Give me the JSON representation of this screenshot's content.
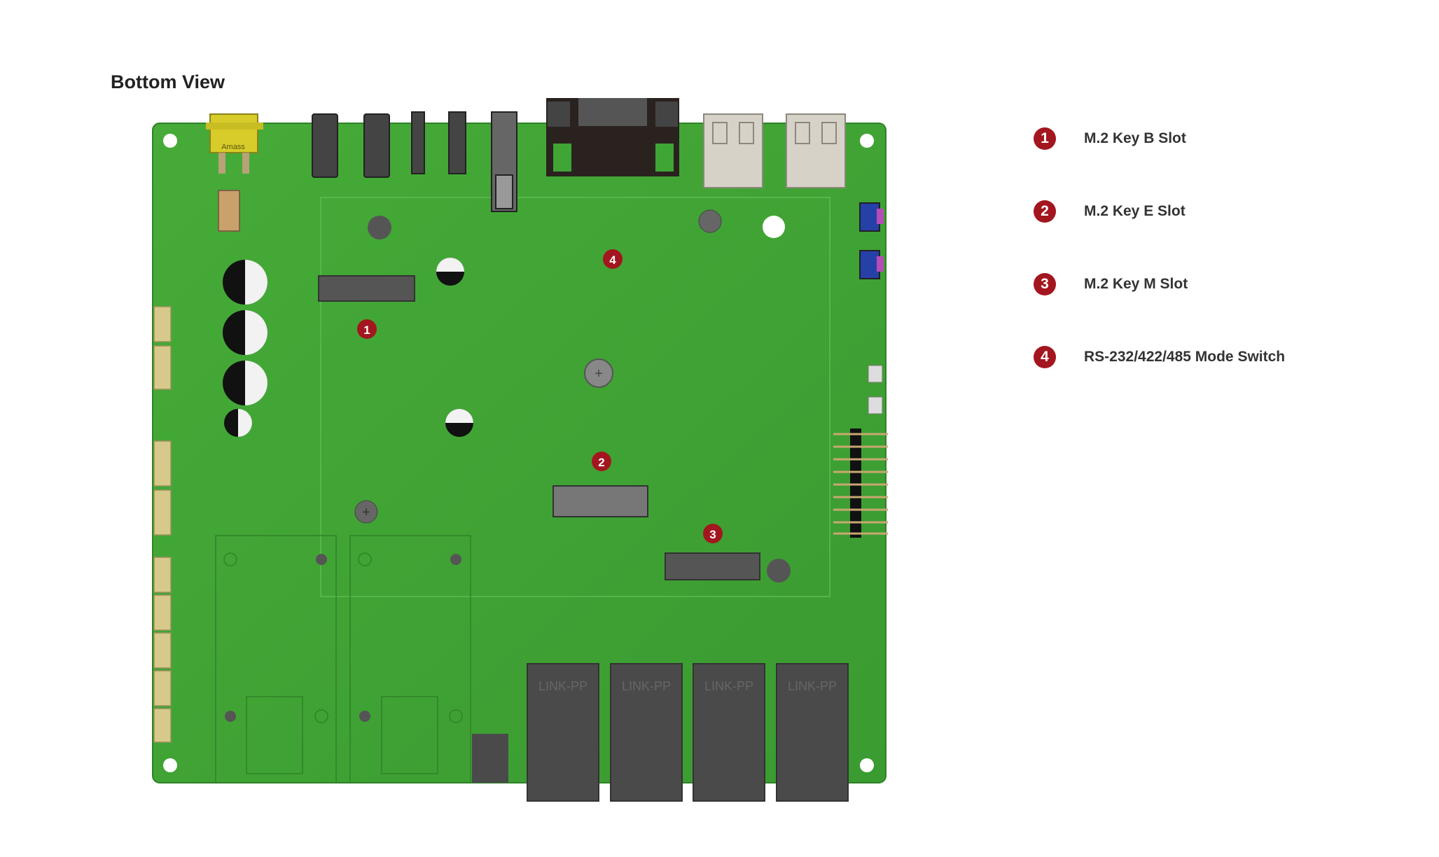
{
  "title": "Bottom View",
  "legend": [
    {
      "num": "1",
      "label": "M.2 Key B Slot"
    },
    {
      "num": "2",
      "label": "M.2 Key E Slot"
    },
    {
      "num": "3",
      "label": "M.2 Key M Slot"
    },
    {
      "num": "4",
      "label": "RS-232/422/485 Mode Switch"
    }
  ],
  "markers": [
    "1",
    "2",
    "3",
    "4"
  ],
  "lan_labels": [
    "LINK-PP",
    "LINK-PP",
    "LINK-PP",
    "LINK-PP"
  ],
  "connector_text": "Amass",
  "colors": {
    "board": "#3fa535",
    "marker": "#a3161f",
    "dark_component": "#4a4a4a",
    "header_pins": "#c8a870"
  }
}
